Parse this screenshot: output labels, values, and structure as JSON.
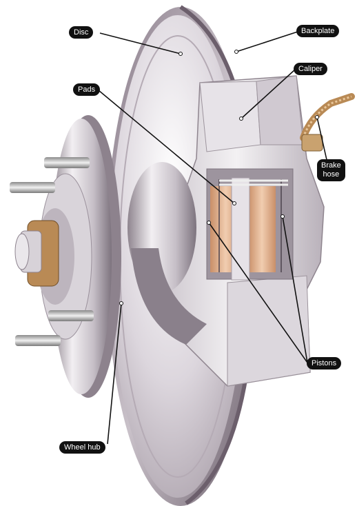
{
  "diagram": {
    "labels": {
      "disc": "Disc",
      "backplate": "Backplate",
      "caliper": "Caliper",
      "pads": "Pads",
      "brake_hose_line1": "Brake",
      "brake_hose_line2": "hose",
      "pistons": "Pistons",
      "wheel_hub": "Wheel hub"
    },
    "colors": {
      "label_background": "#111111",
      "label_text": "#ffffff",
      "leader_line": "#111111",
      "metal_light": "#e9e6ea",
      "metal_mid": "#bdb6be",
      "metal_dark": "#7f7580",
      "pad_tan": "#e0b08e",
      "bronze": "#b98a55"
    }
  }
}
